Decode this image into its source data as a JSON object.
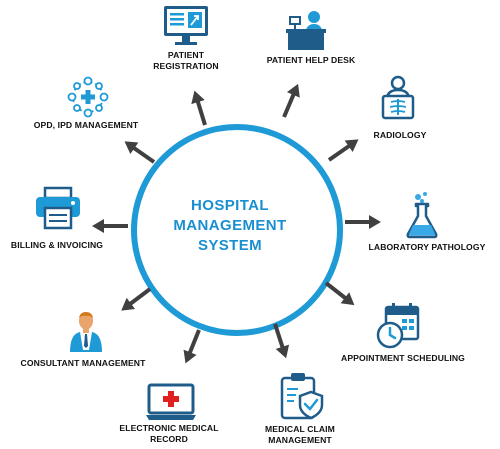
{
  "title": "HOSPITAL\nMANAGEMENT\nSYSTEM",
  "colors": {
    "ring": "#1e9ad6",
    "arrow": "#404040",
    "icon_dark": "#1f5c8a",
    "icon_light": "#1e9ad6",
    "flask": "#38a8e6",
    "text": "#111111"
  },
  "modules": [
    {
      "label": "PATIENT\nREGISTRATION",
      "icon": "registration-screen-icon"
    },
    {
      "label": "PATIENT HELP DESK",
      "icon": "help-desk-icon"
    },
    {
      "label": "RADIOLOGY",
      "icon": "xray-icon"
    },
    {
      "label": "LABORATORY PATHOLOGY",
      "icon": "flask-icon"
    },
    {
      "label": "APPOINTMENT SCHEDULING",
      "icon": "calendar-clock-icon"
    },
    {
      "label": "MEDICAL CLAIM\nMANAGEMENT",
      "icon": "clipboard-shield-icon"
    },
    {
      "label": "ELECTRONIC MEDICAL\nRECORD",
      "icon": "laptop-medical-icon"
    },
    {
      "label": "CONSULTANT MANAGEMENT",
      "icon": "doctor-icon"
    },
    {
      "label": "BILLING & INVOICING",
      "icon": "printer-icon"
    },
    {
      "label": "OPD, IPD MANAGEMENT",
      "icon": "medical-cross-network-icon"
    }
  ]
}
